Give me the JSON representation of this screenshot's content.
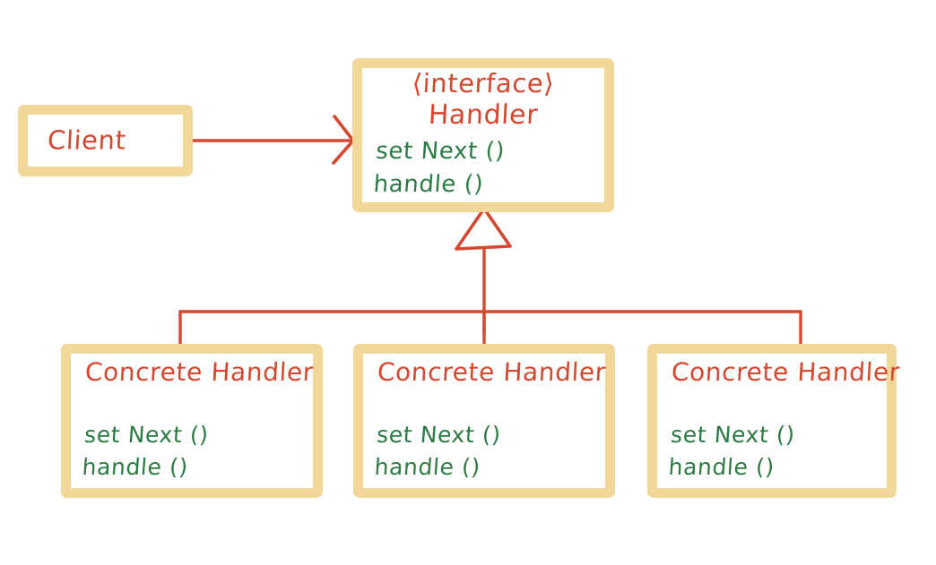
{
  "diagram": {
    "title": "Chain of Responsibility UML diagram",
    "style": "hand-drawn whiteboard sketch",
    "colors": {
      "box_border": "#F3D79A",
      "box_fill": "#FFFFFF",
      "title_text": "#D6472F",
      "method_text": "#2C7A44",
      "connector": "#D6472F",
      "background": "#FFFFFF"
    }
  },
  "client_box": {
    "label": "Client"
  },
  "handler_box": {
    "stereotype": "⟨interface⟩",
    "name": "Handler",
    "methods": [
      "set Next ()",
      "handle ()"
    ]
  },
  "concrete_handlers": [
    {
      "title": "Concrete Handler",
      "methods": [
        "set Next ()",
        "handle ()"
      ]
    },
    {
      "title": "Concrete Handler",
      "methods": [
        "set Next ()",
        "handle ()"
      ]
    },
    {
      "title": "Concrete Handler",
      "methods": [
        "set Next ()",
        "handle ()"
      ]
    }
  ],
  "connectors": {
    "association": {
      "from": "Client",
      "to": "Handler",
      "arrowhead": "open-v"
    },
    "generalization": {
      "from": "Concrete Handler",
      "to": "Handler",
      "arrowhead": "hollow-triangle"
    }
  }
}
